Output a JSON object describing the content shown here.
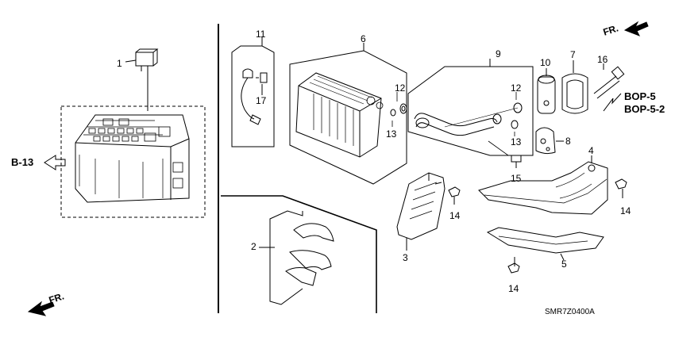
{
  "diagram": {
    "callouts": {
      "p1": "1",
      "p2": "2",
      "p3": "3",
      "p4": "4",
      "p5": "5",
      "p6": "6",
      "p7": "7",
      "p8": "8",
      "p9": "9",
      "p10": "10",
      "p11": "11",
      "p12a": "12",
      "p12b": "12",
      "p13a": "13",
      "p13b": "13",
      "p14a": "14",
      "p14b": "14",
      "p14c": "14",
      "p15": "15",
      "p16": "16",
      "p17": "17"
    },
    "refs": {
      "b13": "B-13",
      "bop5": "BOP-5",
      "bop52": "BOP-5-2"
    },
    "front_label": "FR.",
    "diagram_code": "SMR7Z0400A"
  }
}
